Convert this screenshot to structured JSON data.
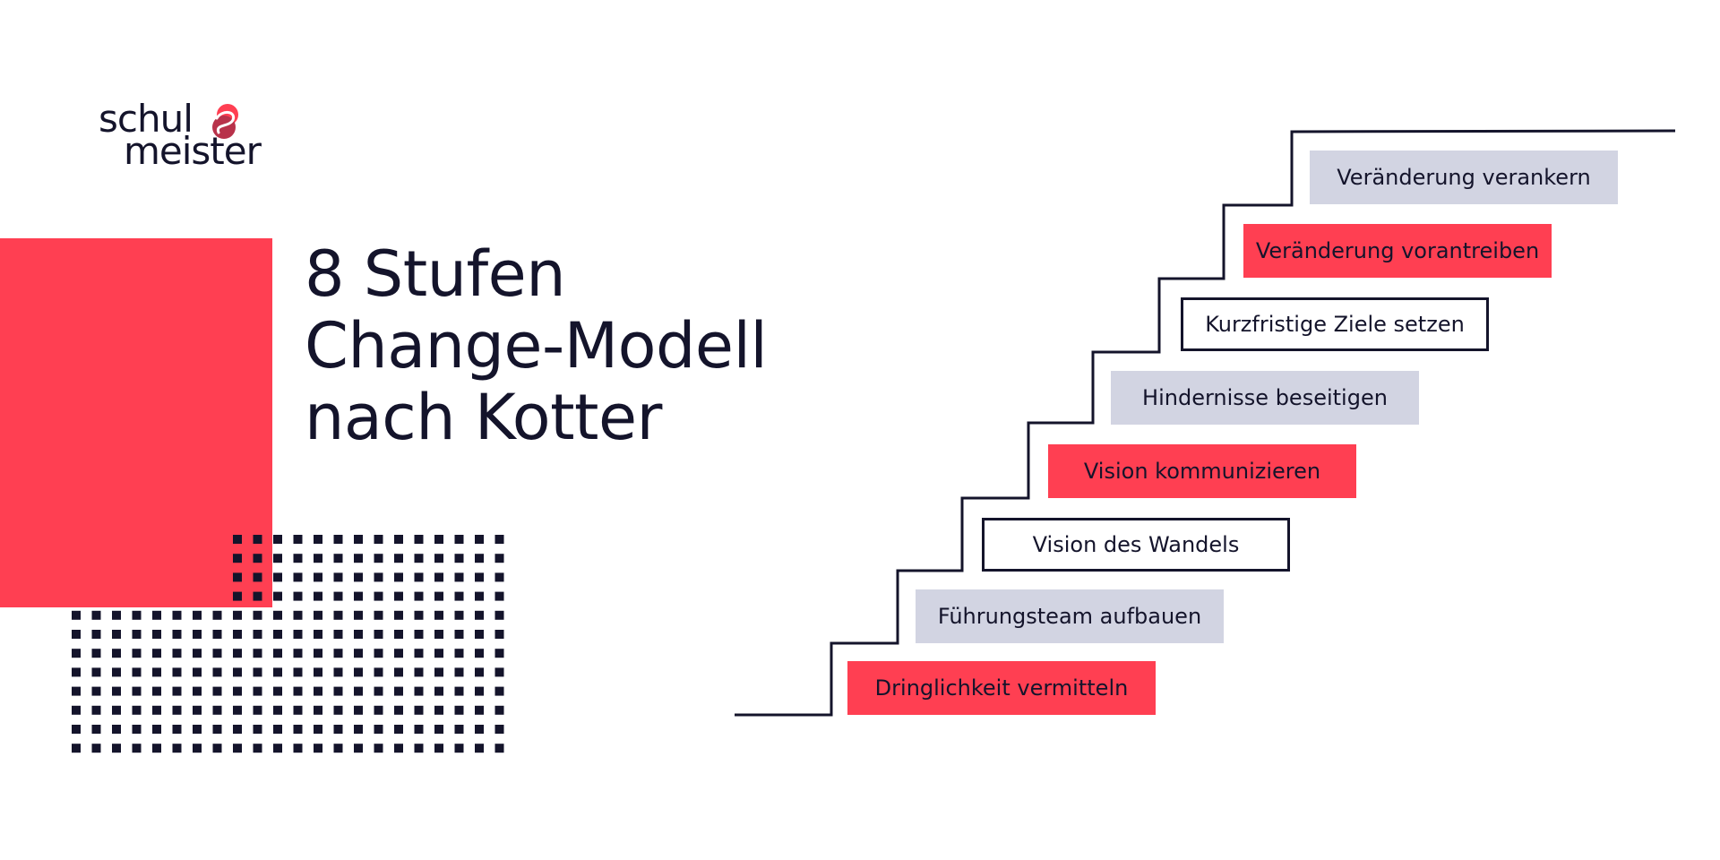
{
  "logo": {
    "line1": "schul",
    "line2": "meister",
    "mark_colors": [
      "#ff3f52",
      "#b8324a"
    ]
  },
  "title": {
    "line1": "8 Stufen",
    "line2": "Change-Modell",
    "line3": "nach Kotter"
  },
  "colors": {
    "accent": "#ff3f52",
    "dark": "#14142b",
    "grey": "#d2d4e2",
    "background": "#ffffff"
  },
  "steps": [
    {
      "label": "Dringlichkeit vermitteln",
      "style": "red"
    },
    {
      "label": "Führungsteam aufbauen",
      "style": "grey"
    },
    {
      "label": "Vision des Wandels",
      "style": "outline"
    },
    {
      "label": "Vision kommunizieren",
      "style": "red"
    },
    {
      "label": "Hindernisse beseitigen",
      "style": "grey"
    },
    {
      "label": "Kurzfristige Ziele setzen",
      "style": "outline"
    },
    {
      "label": "Veränderung vorantreiben",
      "style": "red"
    },
    {
      "label": "Veränderung verankern",
      "style": "grey"
    }
  ]
}
